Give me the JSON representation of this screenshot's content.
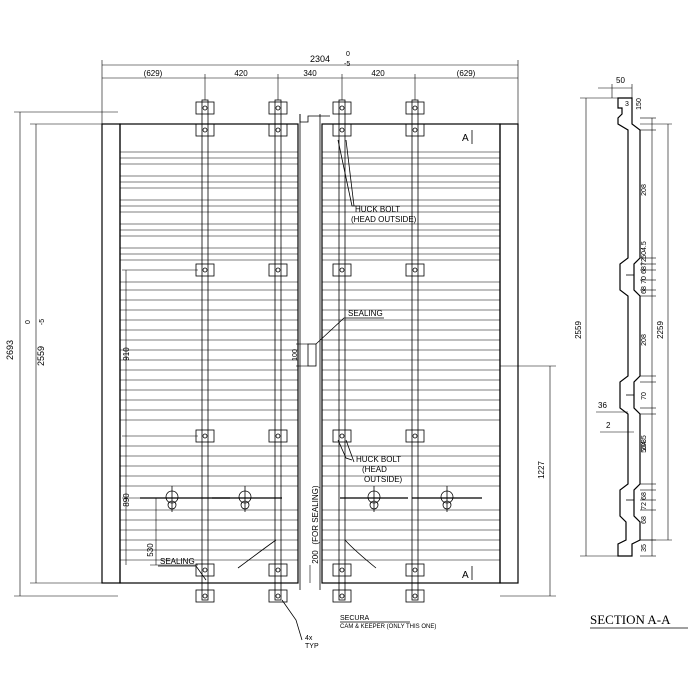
{
  "front_view": {
    "overall_width": "2304",
    "overall_width_tol_upper": "0",
    "overall_width_tol_lower": "-5",
    "width_segments": [
      "(629)",
      "420",
      "340",
      "420",
      "(629)"
    ],
    "overall_height": "2693",
    "frame_height": "2559",
    "frame_height_tol_upper": "0",
    "frame_height_tol_lower": "-5",
    "left_dims": [
      "910",
      "890",
      "530"
    ],
    "right_dim": "1227",
    "seal_height": "100",
    "seal_gap": "200",
    "seal_gap_note": "(FOR SEALING)",
    "section_marker": "A"
  },
  "labels": {
    "huck_bolt_top_1": "HUCK BOLT",
    "huck_bolt_top_2": "(HEAD OUTSIDE)",
    "sealing_mid": "SEALING",
    "huck_bolt_low_1": "HUCK BOLT",
    "huck_bolt_low_2": "(HEAD",
    "huck_bolt_low_3": "OUTSIDE)",
    "sealing_low": "SEALING",
    "secura_1": "SECURA",
    "secura_2": "CAM & KEEPER (ONLY THIS ONE)",
    "typ_1": "4x",
    "typ_2": "TYP"
  },
  "section": {
    "title": "SECTION A-A",
    "top_width": "50",
    "top_step": "3",
    "top_height": "150",
    "dims_left": [
      "208",
      "504.5",
      "72",
      "68",
      "70",
      "68",
      "208",
      "70",
      "208",
      "504.5",
      "68",
      "72",
      "68",
      "35"
    ],
    "total_height": "2559",
    "inner_height": "2259",
    "thickness_1": "36",
    "thickness_2": "2"
  }
}
